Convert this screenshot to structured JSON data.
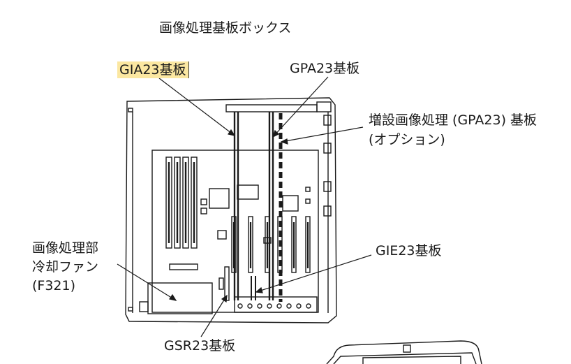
{
  "title": "画像処理基板ボックス",
  "labels": {
    "gia23": "GIA23基板",
    "gpa23": "GPA23基板",
    "gpa23_opt_line1": "増設画像処理 (GPA23) 基板",
    "gpa23_opt_line2": "(オプション)",
    "fan_line1": "画像処理部",
    "fan_line2": "冷却ファン",
    "fan_line3": "(F321)",
    "gie23": "GIE23基板",
    "gsr23": "GSR23基板"
  },
  "colors": {
    "highlight": "#fbe7a1",
    "stroke": "#1a1a1a"
  }
}
